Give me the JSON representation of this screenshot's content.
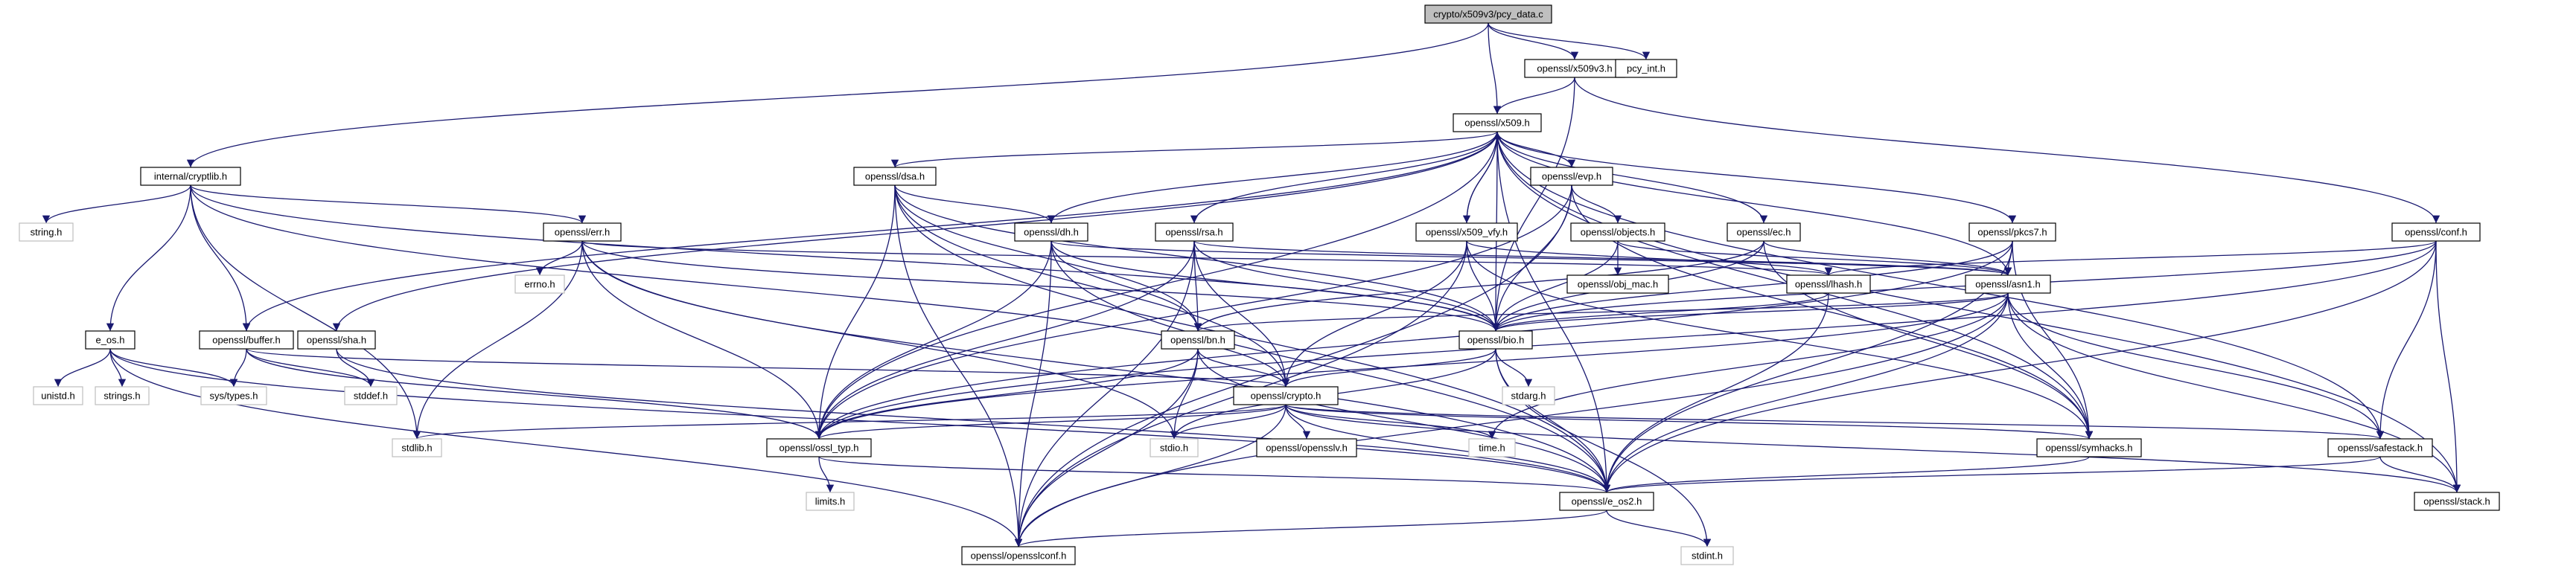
{
  "diagram": {
    "background": "#ffffff",
    "edge_color": "#191970",
    "nodes": [
      {
        "id": "pcy_data",
        "label": "crypto/x509v3/pcy_data.c",
        "kind": "main"
      },
      {
        "id": "x509v3",
        "label": "openssl/x509v3.h",
        "kind": "doc"
      },
      {
        "id": "pcy_int",
        "label": "pcy_int.h",
        "kind": "doc"
      },
      {
        "id": "x509",
        "label": "openssl/x509.h",
        "kind": "doc"
      },
      {
        "id": "cryptlib",
        "label": "internal/cryptlib.h",
        "kind": "doc"
      },
      {
        "id": "dsa",
        "label": "openssl/dsa.h",
        "kind": "doc"
      },
      {
        "id": "evp",
        "label": "openssl/evp.h",
        "kind": "doc"
      },
      {
        "id": "conf",
        "label": "openssl/conf.h",
        "kind": "doc"
      },
      {
        "id": "string",
        "label": "string.h",
        "kind": "sys"
      },
      {
        "id": "err",
        "label": "openssl/err.h",
        "kind": "doc"
      },
      {
        "id": "dh",
        "label": "openssl/dh.h",
        "kind": "doc"
      },
      {
        "id": "rsa",
        "label": "openssl/rsa.h",
        "kind": "doc"
      },
      {
        "id": "x509_vfy",
        "label": "openssl/x509_vfy.h",
        "kind": "doc"
      },
      {
        "id": "objects",
        "label": "openssl/objects.h",
        "kind": "doc"
      },
      {
        "id": "ec",
        "label": "openssl/ec.h",
        "kind": "doc"
      },
      {
        "id": "pkcs7",
        "label": "openssl/pkcs7.h",
        "kind": "doc"
      },
      {
        "id": "errno",
        "label": "errno.h",
        "kind": "sys"
      },
      {
        "id": "lhash",
        "label": "openssl/lhash.h",
        "kind": "doc"
      },
      {
        "id": "asn1",
        "label": "openssl/asn1.h",
        "kind": "doc"
      },
      {
        "id": "obj_mac",
        "label": "openssl/obj_mac.h",
        "kind": "doc"
      },
      {
        "id": "e_os",
        "label": "e_os.h",
        "kind": "doc"
      },
      {
        "id": "buffer",
        "label": "openssl/buffer.h",
        "kind": "doc"
      },
      {
        "id": "sha",
        "label": "openssl/sha.h",
        "kind": "doc"
      },
      {
        "id": "bn",
        "label": "openssl/bn.h",
        "kind": "doc"
      },
      {
        "id": "bio",
        "label": "openssl/bio.h",
        "kind": "doc"
      },
      {
        "id": "unistd",
        "label": "unistd.h",
        "kind": "sys"
      },
      {
        "id": "strings",
        "label": "strings.h",
        "kind": "sys"
      },
      {
        "id": "systypes",
        "label": "sys/types.h",
        "kind": "sys"
      },
      {
        "id": "stddef",
        "label": "stddef.h",
        "kind": "sys"
      },
      {
        "id": "stdarg",
        "label": "stdarg.h",
        "kind": "sys"
      },
      {
        "id": "crypto",
        "label": "openssl/crypto.h",
        "kind": "doc"
      },
      {
        "id": "stdlib",
        "label": "stdlib.h",
        "kind": "sys"
      },
      {
        "id": "ossl_typ",
        "label": "openssl/ossl_typ.h",
        "kind": "doc"
      },
      {
        "id": "stdio",
        "label": "stdio.h",
        "kind": "sys"
      },
      {
        "id": "opensslv",
        "label": "openssl/opensslv.h",
        "kind": "doc"
      },
      {
        "id": "time",
        "label": "time.h",
        "kind": "sys"
      },
      {
        "id": "symhacks",
        "label": "openssl/symhacks.h",
        "kind": "doc"
      },
      {
        "id": "safestack",
        "label": "openssl/safestack.h",
        "kind": "doc"
      },
      {
        "id": "limits",
        "label": "limits.h",
        "kind": "sys"
      },
      {
        "id": "e_os2",
        "label": "openssl/e_os2.h",
        "kind": "doc"
      },
      {
        "id": "stack",
        "label": "openssl/stack.h",
        "kind": "doc"
      },
      {
        "id": "opensslconf",
        "label": "openssl/opensslconf.h",
        "kind": "doc"
      },
      {
        "id": "stdint",
        "label": "stdint.h",
        "kind": "sys"
      }
    ],
    "edges": [
      [
        "pcy_data",
        "x509v3"
      ],
      [
        "pcy_data",
        "pcy_int"
      ],
      [
        "pcy_data",
        "x509"
      ],
      [
        "pcy_data",
        "cryptlib"
      ],
      [
        "x509v3",
        "x509"
      ],
      [
        "x509v3",
        "bio"
      ],
      [
        "x509v3",
        "conf"
      ],
      [
        "x509",
        "evp"
      ],
      [
        "x509",
        "dsa"
      ],
      [
        "x509",
        "dh"
      ],
      [
        "x509",
        "rsa"
      ],
      [
        "x509",
        "x509_vfy"
      ],
      [
        "x509",
        "ec"
      ],
      [
        "x509",
        "pkcs7"
      ],
      [
        "x509",
        "sha"
      ],
      [
        "x509",
        "bio"
      ],
      [
        "x509",
        "buffer"
      ],
      [
        "x509",
        "asn1"
      ],
      [
        "x509",
        "safestack"
      ],
      [
        "x509",
        "symhacks"
      ],
      [
        "x509",
        "e_os2"
      ],
      [
        "x509",
        "stack"
      ],
      [
        "x509",
        "ossl_typ"
      ],
      [
        "cryptlib",
        "string"
      ],
      [
        "cryptlib",
        "e_os"
      ],
      [
        "cryptlib",
        "buffer"
      ],
      [
        "cryptlib",
        "err"
      ],
      [
        "cryptlib",
        "crypto"
      ],
      [
        "cryptlib",
        "bio"
      ],
      [
        "cryptlib",
        "stdlib"
      ],
      [
        "dsa",
        "dh"
      ],
      [
        "dsa",
        "bn"
      ],
      [
        "dsa",
        "bio"
      ],
      [
        "dsa",
        "crypto"
      ],
      [
        "dsa",
        "ossl_typ"
      ],
      [
        "dsa",
        "e_os2"
      ],
      [
        "dsa",
        "opensslconf"
      ],
      [
        "evp",
        "objects"
      ],
      [
        "evp",
        "bio"
      ],
      [
        "evp",
        "ossl_typ"
      ],
      [
        "evp",
        "symhacks"
      ],
      [
        "evp",
        "opensslconf"
      ],
      [
        "conf",
        "lhash"
      ],
      [
        "conf",
        "bio"
      ],
      [
        "conf",
        "safestack"
      ],
      [
        "conf",
        "stack"
      ],
      [
        "conf",
        "e_os2"
      ],
      [
        "conf",
        "ossl_typ"
      ],
      [
        "err",
        "errno"
      ],
      [
        "err",
        "lhash"
      ],
      [
        "err",
        "bio"
      ],
      [
        "err",
        "stdio"
      ],
      [
        "err",
        "stdlib"
      ],
      [
        "err",
        "ossl_typ"
      ],
      [
        "err",
        "e_os2"
      ],
      [
        "dh",
        "bn"
      ],
      [
        "dh",
        "bio"
      ],
      [
        "dh",
        "asn1"
      ],
      [
        "dh",
        "ossl_typ"
      ],
      [
        "dh",
        "e_os2"
      ],
      [
        "dh",
        "opensslconf"
      ],
      [
        "rsa",
        "bn"
      ],
      [
        "rsa",
        "bio"
      ],
      [
        "rsa",
        "asn1"
      ],
      [
        "rsa",
        "crypto"
      ],
      [
        "rsa",
        "ossl_typ"
      ],
      [
        "rsa",
        "opensslconf"
      ],
      [
        "x509_vfy",
        "x509"
      ],
      [
        "x509_vfy",
        "lhash"
      ],
      [
        "x509_vfy",
        "bio"
      ],
      [
        "x509_vfy",
        "crypto"
      ],
      [
        "x509_vfy",
        "symhacks"
      ],
      [
        "x509_vfy",
        "opensslconf"
      ],
      [
        "objects",
        "obj_mac"
      ],
      [
        "objects",
        "bio"
      ],
      [
        "objects",
        "asn1"
      ],
      [
        "ec",
        "bn"
      ],
      [
        "ec",
        "bio"
      ],
      [
        "ec",
        "asn1"
      ],
      [
        "ec",
        "symhacks"
      ],
      [
        "pkcs7",
        "asn1"
      ],
      [
        "pkcs7",
        "bio"
      ],
      [
        "pkcs7",
        "symhacks"
      ],
      [
        "pkcs7",
        "e_os2"
      ],
      [
        "pkcs7",
        "ossl_typ"
      ],
      [
        "lhash",
        "bio"
      ],
      [
        "lhash",
        "e_os2"
      ],
      [
        "asn1",
        "bn"
      ],
      [
        "asn1",
        "bio"
      ],
      [
        "asn1",
        "time"
      ],
      [
        "asn1",
        "stack"
      ],
      [
        "asn1",
        "safestack"
      ],
      [
        "asn1",
        "symhacks"
      ],
      [
        "asn1",
        "e_os2"
      ],
      [
        "asn1",
        "ossl_typ"
      ],
      [
        "asn1",
        "opensslconf"
      ],
      [
        "e_os",
        "unistd"
      ],
      [
        "e_os",
        "strings"
      ],
      [
        "e_os",
        "systypes"
      ],
      [
        "e_os",
        "e_os2"
      ],
      [
        "e_os",
        "opensslconf"
      ],
      [
        "buffer",
        "systypes"
      ],
      [
        "buffer",
        "stddef"
      ],
      [
        "buffer",
        "ossl_typ"
      ],
      [
        "buffer",
        "crypto"
      ],
      [
        "sha",
        "stddef"
      ],
      [
        "sha",
        "e_os2"
      ],
      [
        "bn",
        "crypto"
      ],
      [
        "bn",
        "stdio"
      ],
      [
        "bn",
        "ossl_typ"
      ],
      [
        "bn",
        "e_os2"
      ],
      [
        "bn",
        "opensslconf"
      ],
      [
        "bio",
        "crypto"
      ],
      [
        "bio",
        "stdarg"
      ],
      [
        "bio",
        "stdio"
      ],
      [
        "bio",
        "e_os2"
      ],
      [
        "bio",
        "stdint"
      ],
      [
        "crypto",
        "stdlib"
      ],
      [
        "crypto",
        "ossl_typ"
      ],
      [
        "crypto",
        "stdio"
      ],
      [
        "crypto",
        "opensslv"
      ],
      [
        "crypto",
        "time"
      ],
      [
        "crypto",
        "symhacks"
      ],
      [
        "crypto",
        "safestack"
      ],
      [
        "crypto",
        "e_os2"
      ],
      [
        "crypto",
        "stack"
      ],
      [
        "crypto",
        "opensslconf"
      ],
      [
        "ossl_typ",
        "limits"
      ],
      [
        "ossl_typ",
        "e_os2"
      ],
      [
        "symhacks",
        "e_os2"
      ],
      [
        "safestack",
        "stack"
      ],
      [
        "safestack",
        "e_os2"
      ],
      [
        "e_os2",
        "opensslconf"
      ],
      [
        "e_os2",
        "stdint"
      ]
    ]
  }
}
